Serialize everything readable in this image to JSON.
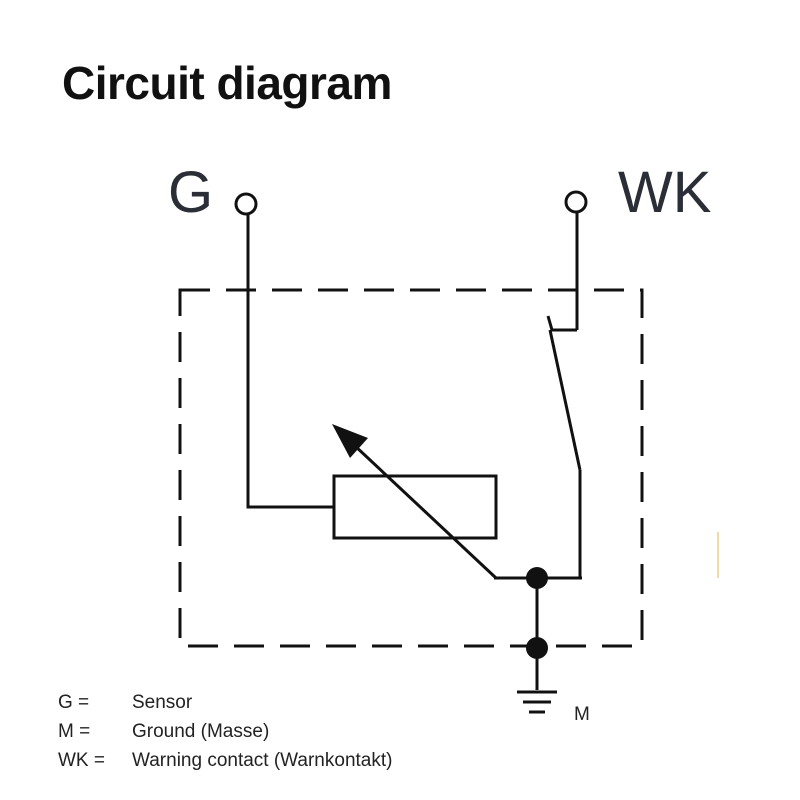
{
  "title": "Circuit diagram",
  "terminals": {
    "g": "G",
    "wk": "WK",
    "m": "M"
  },
  "legend": [
    {
      "key": "G =",
      "value": "Sensor"
    },
    {
      "key": "M =",
      "value": "Ground (Masse)"
    },
    {
      "key": "WK =",
      "value": "Warning contact (Warnkontakt)"
    }
  ]
}
